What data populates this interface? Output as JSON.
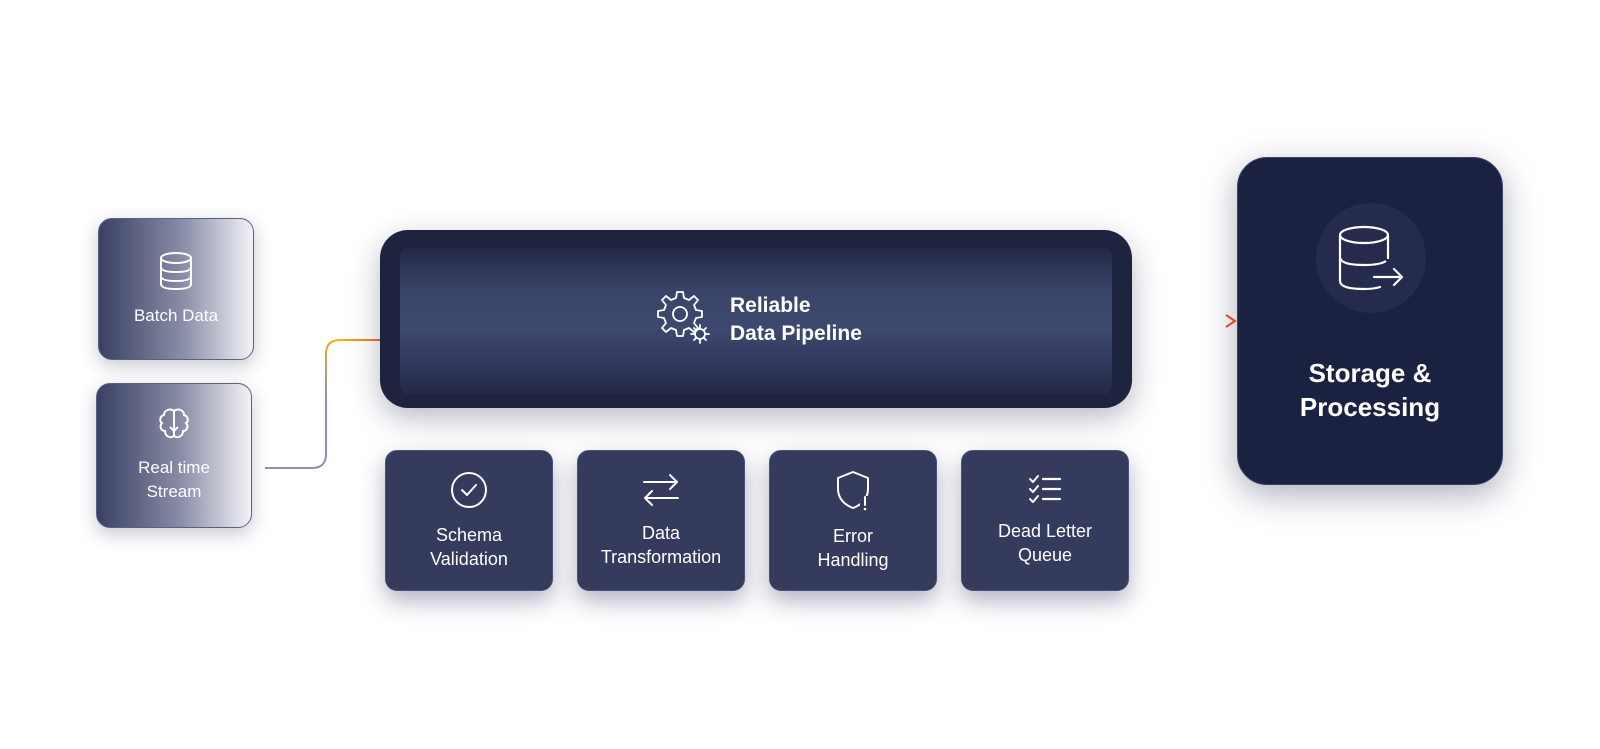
{
  "sources": [
    {
      "label": "Batch Data",
      "icon": "database-icon"
    },
    {
      "label": "Real time\nStream",
      "icon": "brain-icon"
    }
  ],
  "pipeline": {
    "title": "Reliable\nData Pipeline",
    "icon": "gears-icon"
  },
  "features": [
    {
      "label": "Schema\nValidation",
      "icon": "check-circle-icon"
    },
    {
      "label": "Data\nTransformation",
      "icon": "swap-arrows-icon"
    },
    {
      "label": "Error\nHandling",
      "icon": "shield-alert-icon"
    },
    {
      "label": "Dead Letter\nQueue",
      "icon": "checklist-icon"
    }
  ],
  "destination": {
    "label": "Storage &\nProcessing",
    "icon": "database-export-icon"
  },
  "colors": {
    "navy": "#1b2141",
    "tile": "#343b5c",
    "accent_orange": "#f05a28",
    "accent_yellow": "#f5b400",
    "connector": "#5b6185"
  }
}
